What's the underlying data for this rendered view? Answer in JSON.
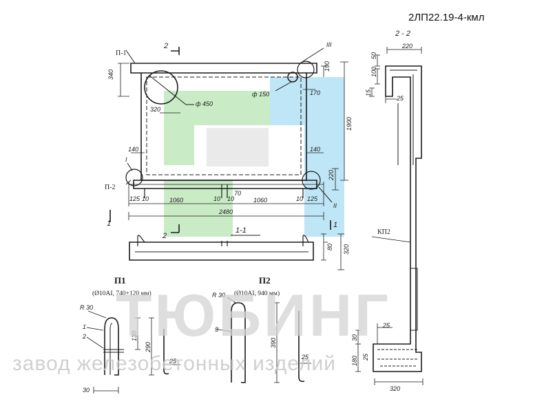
{
  "drawing_code": "2ЛП22.19-4-кмл",
  "watermark": {
    "brand": "ТЮБИНГ",
    "tagline": "завод железобетонных изделий"
  },
  "section_labels": {
    "s22": "2 - 2",
    "s11": "1-1",
    "cut1": "1",
    "cut2": "2"
  },
  "callouts": {
    "p1": "П-1",
    "p2": "П-2",
    "nI": "I",
    "nII": "II",
    "nIII": "III",
    "kp2": "КП2"
  },
  "dimensions": {
    "d340": "340",
    "d320a": "320",
    "dia450": "ф 450",
    "dia150": "ф 150",
    "d170": "170",
    "d190": "190",
    "d1900": "1900",
    "d140a": "140",
    "d140b": "140",
    "d220a": "220",
    "d125a": "125",
    "d10a": "10",
    "d1060a": "1060",
    "d10b": "10",
    "d10c": "10",
    "d70": "70",
    "d1060b": "1060",
    "d10d": "10",
    "d125b": "125",
    "d2480": "2480",
    "d80": "80",
    "d320b": "320",
    "d50": "50",
    "d220b": "220",
    "d100": "100",
    "d15": "15",
    "d25a": "25",
    "d25b": "25",
    "d30a": "30",
    "d180": "180",
    "d25c": "25",
    "d320c": "320"
  },
  "bar_details": {
    "p1": {
      "title": "П1",
      "spec": "(Ø10АI, 740+120 мм)",
      "radius": "R 30",
      "mark1": "1",
      "mark2": "2",
      "h130": "130",
      "h290": "290",
      "w25": "25",
      "w30": "30"
    },
    "p2": {
      "title": "П2",
      "spec": "(Ø10АI, 940 мм)",
      "radius": "R 30",
      "mark3": "3",
      "h390": "390",
      "w25": "25"
    }
  },
  "colors": {
    "line": "#1a1a1a",
    "wm_green": "#c9ecc6",
    "wm_blue": "#bfe6f7",
    "wm_gray": "#d4d4d4"
  }
}
